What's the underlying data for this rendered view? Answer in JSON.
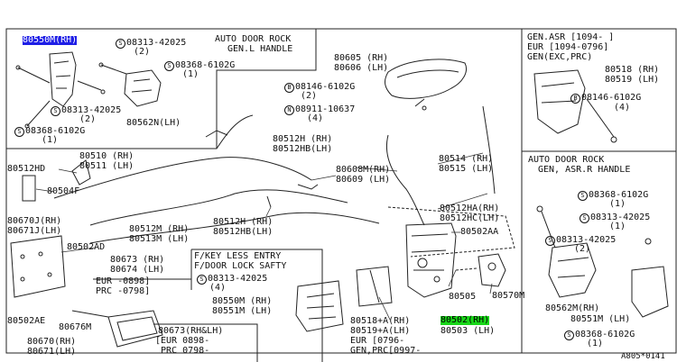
{
  "labels": {
    "p80550m_rh": "80550M(RH)",
    "s08313_42025_a": "08313-42025",
    "s08313_42025_a_qty": "(2)",
    "auto_door_rock": "AUTO DOOR ROCK",
    "gen_l_handle": "GEN.L HANDLE",
    "s08368_6102g_a": "08368-6102G",
    "s08368_6102g_a_qty": "(1)",
    "s08313_42025_b": "08313-42025",
    "s08313_42025_b_qty": "(2)",
    "p80562n_lh": "80562N(LH)",
    "s08368_6102g_b": "08368-6102G",
    "s08368_6102g_b_qty": "(1)",
    "p80605_rh": "80605 (RH)",
    "p80606_lh": "80606 (LH)",
    "b08146_6102g_a": "08146-6102G",
    "b08146_6102g_a_qty": "(2)",
    "n08911_10637": "08911-10637",
    "n08911_10637_qty": "(4)",
    "p80512h_rh_a": "80512H (RH)",
    "p80512hb_lh_a": "80512HB(LH)",
    "p80510_rh": "80510 (RH)",
    "p80511_lh": "80511 (LH)",
    "p80512hd": "80512HD",
    "p80504f": "80504F",
    "p80514_rh": "80514 (RH)",
    "p80515_lh": "80515 (LH)",
    "p80608m_rh": "80608M(RH)",
    "p80609_lh": "80609 (LH)",
    "p80512ha_rh": "80512HA(RH)",
    "p80512hc_lh": "80512HC(LH)",
    "p80502aa": "80502AA",
    "p80670j_rh": "80670J(RH)",
    "p80671j_lh": "80671J(LH)",
    "p80502ad": "80502AD",
    "p80512m_rh": "80512M (RH)",
    "p80513m_lh": "80513M (LH)",
    "p80512h_rh_b": "80512H (RH)",
    "p80512hb_lh_b": "80512HB(LH)",
    "keyless_entry": "F/KEY LESS ENTRY",
    "door_lock_safty": "F/DOOR LOCK SAFTY",
    "s08313_42025_c": "08313-42025",
    "s08313_42025_c_qty": "(4)",
    "p80550m_rh_b": "80550M (RH)",
    "p80551m_lh_b": "80551M (LH)",
    "p80673_rh": "80673 (RH)",
    "p80674_lh": "80674 (LH)",
    "eur_0898": "EUR      -0898]",
    "prc_0798": "PRC      -0798]",
    "p80570m": "80570M",
    "p80505": "80505",
    "p80502_rh": "80502(RH)",
    "p80503_lh": "80503 (LH)",
    "p80518a_rh": "80518+A(RH)",
    "p80519a_lh": "80519+A(LH)",
    "eur_0796": "EUR [0796-",
    "gen_prc_0997": "GEN,PRC[0997-",
    "p80502ae": "80502AE",
    "p80676m": "80676M",
    "p80670_rh": "80670(RH)",
    "p80671_lh": "80671(LH)",
    "p80673_rhlh": "80673(RH&LH)",
    "eur_0898_b": "[EUR 0898-",
    "prc_0798_b": "PRC 0798-",
    "gen_asr_1094": "GEN.ASR [1094-     ]",
    "eur_1094_0796": "EUR [1094-0796]",
    "gen_exc_prc": "GEN(EXC,PRC)",
    "p80518_rh": "80518 (RH)",
    "p80519_lh": "80519 (LH)",
    "b08146_6102g_b": "08146-6102G",
    "b08146_6102g_b_qty": "(4)",
    "auto_door_rock_r": "AUTO DOOR ROCK",
    "gen_asr_r_handle": "GEN, ASR.R HANDLE",
    "s08368_6102g_c": "08368-6102G",
    "s08368_6102g_c_qty": "(1)",
    "s08313_42025_d": "08313-42025",
    "s08313_42025_d_qty": "(1)",
    "s08313_42025_e": "08313-42025",
    "s08313_42025_e_qty": "(2)",
    "p80562m_rh": "80562M(RH)",
    "p80551m_lh_r": "80551M (LH)",
    "s08368_6102g_d": "08368-6102G",
    "s08368_6102g_d_qty": "(1)",
    "footer_code": "A805*0141"
  },
  "symbols": {
    "s": "S",
    "b": "B",
    "n": "N"
  },
  "colors": {
    "highlight_blue": "#1e1ee6",
    "highlight_green": "#19d719",
    "ink": "#111111"
  }
}
